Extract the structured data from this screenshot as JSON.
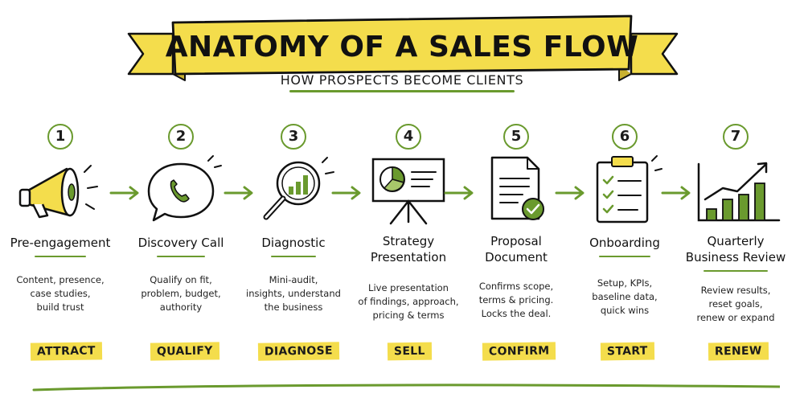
{
  "header": {
    "title": "ANATOMY OF A SALES FLOW",
    "subtitle": "HOW PROSPECTS BECOME CLIENTS"
  },
  "colors": {
    "accent_green": "#6a9a2e",
    "highlight_yellow": "#f4dd4c",
    "ink": "#1b1b1b"
  },
  "steps": [
    {
      "number": "1",
      "title": "Pre-engagement",
      "description": [
        "Content, presence,",
        "case studies,",
        "build trust"
      ],
      "tag": "ATTRACT",
      "icon": "megaphone-icon"
    },
    {
      "number": "2",
      "title": "Discovery Call",
      "description": [
        "Qualify on fit,",
        "problem, budget,",
        "authority"
      ],
      "tag": "QUALIFY",
      "icon": "phone-bubble-icon"
    },
    {
      "number": "3",
      "title": "Diagnostic",
      "description": [
        "Mini-audit,",
        "insights, understand",
        "the business"
      ],
      "tag": "DIAGNOSE",
      "icon": "magnifier-chart-icon"
    },
    {
      "number": "4",
      "title": [
        "Strategy",
        "Presentation"
      ],
      "description": [
        "Live presentation",
        "of findings, approach,",
        "pricing & terms"
      ],
      "tag": "SELL",
      "icon": "presentation-board-icon"
    },
    {
      "number": "5",
      "title": [
        "Proposal",
        "Document"
      ],
      "description": [
        "Confirms scope,",
        "terms & pricing.",
        "Locks the deal."
      ],
      "tag": "CONFIRM",
      "icon": "document-check-icon"
    },
    {
      "number": "6",
      "title": "Onboarding",
      "description": [
        "Setup, KPIs,",
        "baseline data,",
        "quick wins"
      ],
      "tag": "START",
      "icon": "clipboard-checklist-icon"
    },
    {
      "number": "7",
      "title": [
        "Quarterly",
        "Business Review"
      ],
      "description": [
        "Review results,",
        "reset goals,",
        "renew or expand"
      ],
      "tag": "RENEW",
      "icon": "growth-chart-icon"
    }
  ]
}
